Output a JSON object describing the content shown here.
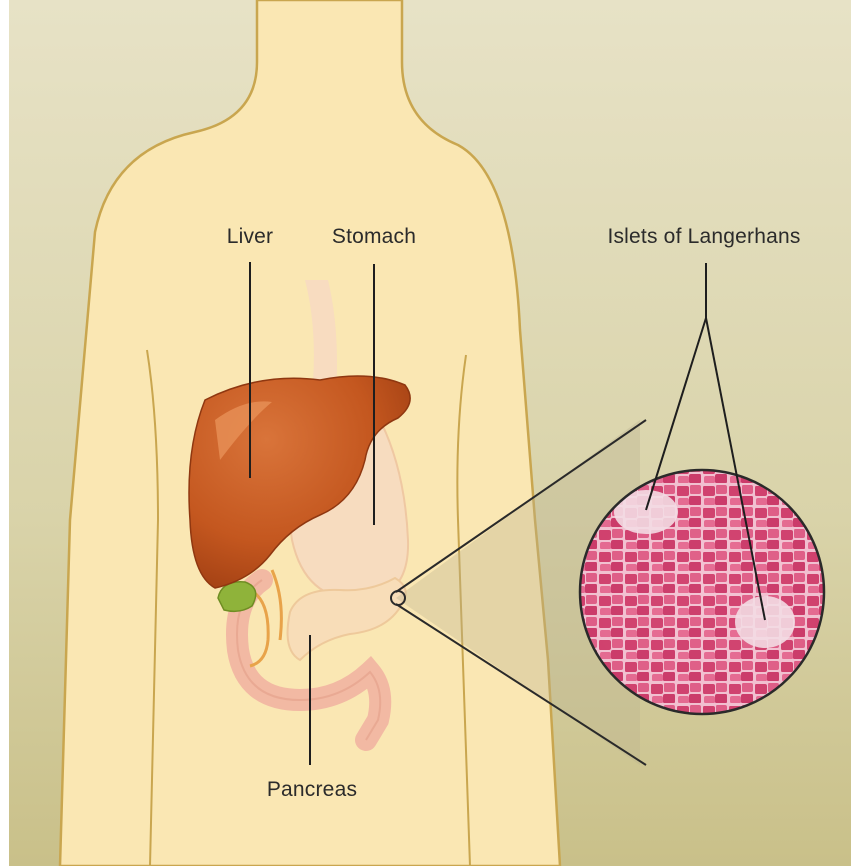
{
  "labels": {
    "liver": "Liver",
    "stomach": "Stomach",
    "islets": "Islets of Langerhans",
    "pancreas": "Pancreas"
  },
  "colors": {
    "background_top": "#e7e2c6",
    "background_bottom": "#c9c089",
    "skin": "#fae7b3",
    "body_outline": "#c9a64f",
    "liver": "#c85a26",
    "stomach": "#f7dcc0",
    "intestine": "#f2b9a3",
    "pancreas": "#f8ddb8",
    "gallbladder": "#8fb33a",
    "tissue": "#d8527c"
  }
}
